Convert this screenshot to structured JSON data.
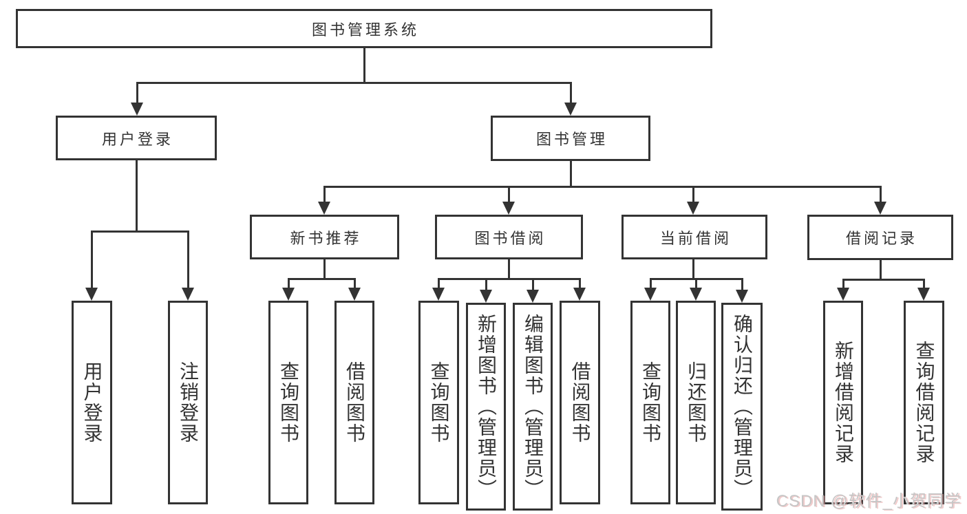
{
  "diagram": {
    "title": "图书管理系统",
    "nodes": {
      "root": "图书管理系统",
      "user_login": "用户登录",
      "book_management": "图书管理",
      "new_book_recommend": "新书推荐",
      "book_borrowing": "图书借阅",
      "current_borrowing": "当前借阅",
      "borrowing_records": "借阅记录",
      "leaves": {
        "login": "用户登录",
        "logout": "注销登录",
        "nb_query": "查询图书",
        "nb_borrow": "借阅图书",
        "bb_query": "查询图书",
        "bb_add": "新增图书（管理员）",
        "bb_edit": "编辑图书（管理员）",
        "bb_borrow": "借阅图书",
        "cb_query": "查询图书",
        "cb_return": "归还图书",
        "cb_confirm": "确认归还（管理员）",
        "br_add": "新增借阅记录",
        "br_query": "查询借阅记录"
      }
    },
    "colors": {
      "line": "#333333",
      "box_fill": "#ffffff",
      "background": "#ffffff",
      "watermark_gray": "#c6c6c6",
      "watermark_tint": "#e8a0a0"
    }
  },
  "watermark": {
    "text": "CSDN @软件_小贺同学"
  }
}
